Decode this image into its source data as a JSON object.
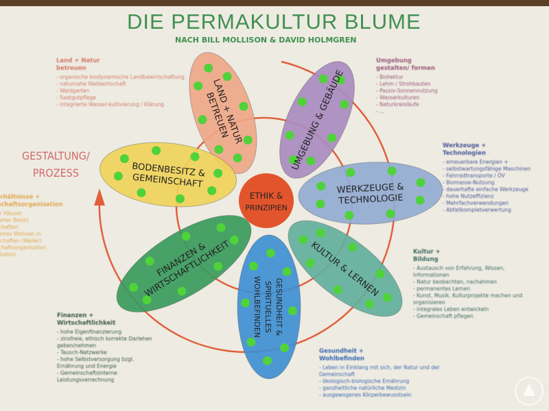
{
  "title": "DIE PERMAKULTUR BLUME",
  "subtitle": "NACH BILL MOLLISON & DAVID HOLMGREN",
  "side_label": [
    "GESTALTUNG/",
    "PROZESS"
  ],
  "center": [
    "ETHIK &",
    "PRINZIPIEN"
  ],
  "petals": [
    {
      "lines": [
        "LAND + NATUR",
        "BETREUEN"
      ],
      "color": "#efa788"
    },
    {
      "lines": [
        "UMGEBUNG & GEBÄUDE"
      ],
      "color": "#a98bbf"
    },
    {
      "lines": [
        "WERKZEUGE &",
        "TECHNOLOGIE"
      ],
      "color": "#93abd2"
    },
    {
      "lines": [
        "KULTUR & LERNEN"
      ],
      "color": "#62b09c"
    },
    {
      "lines": [
        "GESUNDHEIT &",
        "SPIRITUELLES",
        "WOHLBEFINDEN"
      ],
      "color": "#3f8fd2"
    },
    {
      "lines": [
        "FINANZEN &",
        "WIRTSCHAFTLICHKEIT"
      ],
      "color": "#3a9a5c"
    },
    {
      "lines": [
        "BODENBESITZ &",
        "GEMEINSCHAFT"
      ],
      "color": "#efd25a"
    }
  ],
  "notes": {
    "land": {
      "heading": [
        "Land + Natur",
        "betreuen"
      ],
      "items": [
        "organische biodynamische Landbewirtschaftung",
        "naturnahe Waldwirtschaft",
        "Waldgarten",
        "Saatgutpflege",
        "integrierte Wasser-kultivierung / Klärung"
      ]
    },
    "umgebung": {
      "heading": [
        "Umgebung",
        "gestalten/ formen"
      ],
      "items": [
        "Biotektur",
        "Lehm / Strohbauten",
        "Passiv-Sonnennutzung",
        "Wasserkulturen",
        "Naturkreisläufe",
        "..."
      ]
    },
    "werkzeuge": {
      "heading": [
        "Werkzeuge +",
        "Technologien"
      ],
      "items": [
        "erneuerbare Energien +",
        "selbstwartungsfähige Maschinen",
        "Fahrradtransporte / ÖV",
        "Biomasse-Nutzung",
        "dauerhafte einfache Werkzeuge",
        "hohe Nutzeffizienz",
        "Mehrfachverwendungen",
        "Abfallkompletverwertung"
      ]
    },
    "kultur": {
      "heading": [
        "Kultur +",
        "Bildung"
      ],
      "items": [
        "Austausch von Erfahrung, Wissen, Informationen",
        "Natur beobachten, nachahmen",
        "permanentes Lernen",
        "Kunst, Musik, Kulturprojekte machen und organisieren",
        "integrales Leben entwickeln",
        "Gemeinschaft pflegen"
      ]
    },
    "gesundheit": {
      "heading": [
        "Gesundheit +",
        "Wohlbefinden"
      ],
      "items": [
        "Leben in Einklang mit sich, der Natur und der Gemeinschaft",
        "ökologisch-biologische Ernährung",
        "ganzheitliche natürliche Medizin",
        "ausgewogenes Körperbewusstsein"
      ]
    },
    "finanzen": {
      "heading": [
        "Finanzen +",
        "Wirtschaftlichkeit"
      ],
      "items": [
        "hohe Eigenfinanzierung",
        "zinsfreie, ethisch korrekte Darlehen geben/nehmen",
        "Tausch-Netzwerke",
        "hohe Selbstversorgung bzgl. Ernährung und Energie",
        "Gemeinschaftsinterne Leistungsverrechnung"
      ]
    },
    "boden": {
      "heading": [
        "Besitzverhältnisse +",
        "Gemeinschaftsorganisation"
      ],
      "items": [
        "Land oder Häuser",
        "gemeinsamer Besitz",
        "Gemeinschaften",
        "gemeinsames Wohnen in",
        "Nachbarschaften (Weiler)",
        "Gemeinschaftsorganisation",
        "Kommunikation",
        "..."
      ]
    }
  },
  "colors": {
    "title": "#3f9050",
    "ring": "#e0603c",
    "center": "#e2552c",
    "dot": "#4fd23a"
  }
}
